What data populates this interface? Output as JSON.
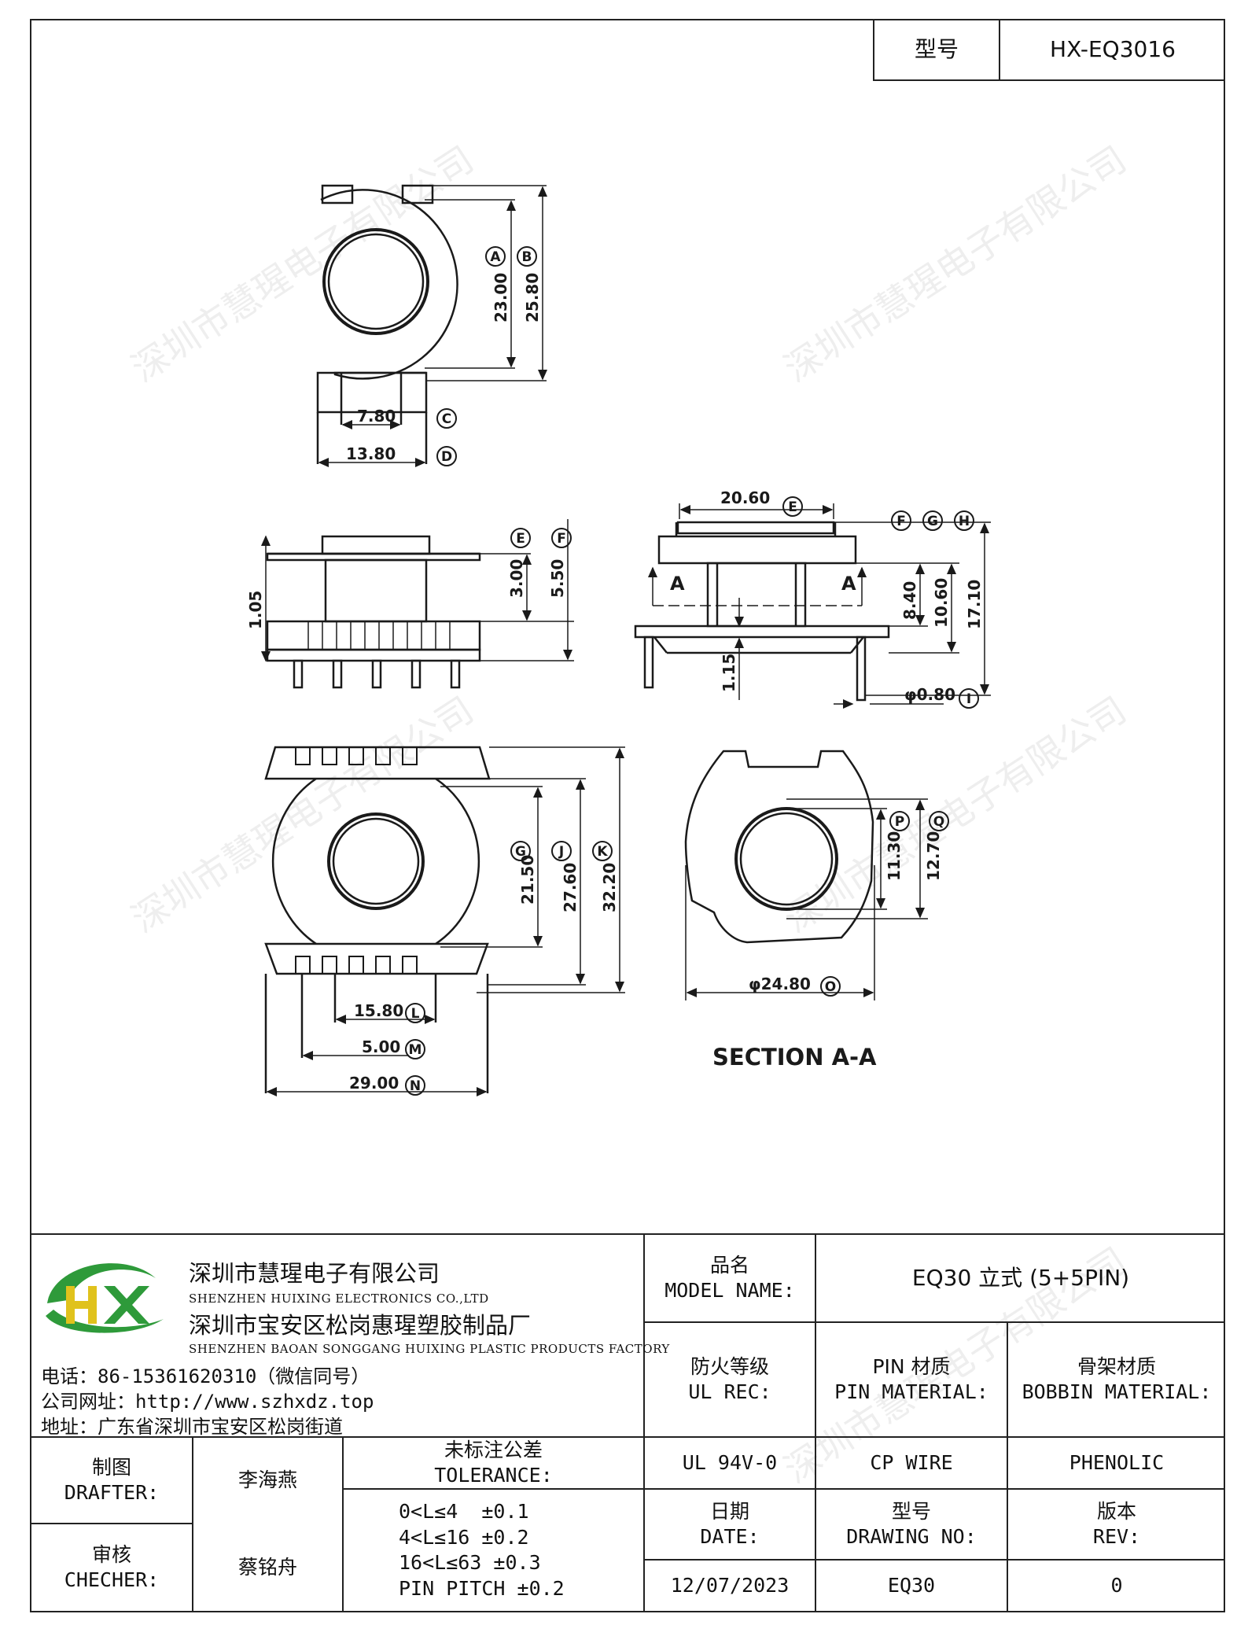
{
  "header": {
    "model_label": "型号",
    "model_value": "HX-EQ3016"
  },
  "drawing": {
    "dims": {
      "A": "23.00",
      "B": "25.80",
      "C": "7.80",
      "D": "13.80",
      "E_side": "3.00",
      "F_side": "5.50",
      "height_left": "1.05",
      "E_width": "20.60",
      "h1": "8.40",
      "h2": "10.60",
      "h3": "17.10",
      "pin_len": "1.15",
      "pin_dia": "φ0.80",
      "G": "21.50",
      "J": "27.60",
      "K": "32.20",
      "L": "15.80",
      "M": "5.00",
      "N": "29.00",
      "O": "φ24.80",
      "P": "11.30",
      "Q": "12.70"
    },
    "callouts": {
      "A": "A",
      "B": "B",
      "C": "C",
      "D": "D",
      "E": "E",
      "F": "F",
      "G": "G",
      "H": "H",
      "I": "I",
      "J": "J",
      "K": "K",
      "L": "L",
      "M": "M",
      "N": "N",
      "O": "O",
      "P": "P",
      "Q": "Q"
    },
    "section_marker": "A",
    "section_title": "SECTION A-A"
  },
  "watermark": "深圳市慧瑆电子有限公司",
  "company": {
    "name_cn": "深圳市慧瑆电子有限公司",
    "name_en": "SHENZHEN HUIXING ELECTRONICS CO.,LTD",
    "factory_cn": "深圳市宝安区松岗惠瑆塑胶制品厂",
    "factory_en": "SHENZHEN BAOAN SONGGANG HUIXING PLASTIC PRODUCTS FACTORY",
    "phone": "电话：86-15361620310（微信同号）",
    "website": "公司网址：http://www.szhxdz.top",
    "address": "地址：广东省深圳市宝安区松岗街道",
    "logo_text": "HX",
    "logo_colors": {
      "green": "#2e9a3a",
      "yellow": "#e0c21c"
    }
  },
  "title_block": {
    "model_name_cn": "品名",
    "model_name_en": "MODEL NAME:",
    "model_name_value": "EQ30 立式 (5+5PIN)",
    "ul_rec_cn": "防火等级",
    "ul_rec_en": "UL REC:",
    "pin_material_cn": "PIN 材质",
    "pin_material_en": "PIN MATERIAL:",
    "bobbin_material_cn": "骨架材质",
    "bobbin_material_en": "BOBBIN MATERIAL:",
    "ul_rec_value": "UL 94V-0",
    "pin_material_value": "CP WIRE",
    "bobbin_material_value": "PHENOLIC",
    "date_cn": "日期",
    "date_en": "DATE:",
    "drawing_no_cn": "型号",
    "drawing_no_en": "DRAWING NO:",
    "rev_cn": "版本",
    "rev_en": "REV:",
    "date_value": "12/07/2023",
    "drawing_no_value": "EQ30",
    "rev_value": "0",
    "drafter_cn": "制图",
    "drafter_en": "DRAFTER:",
    "drafter_value": "李海燕",
    "checker_cn": "审核",
    "checker_en": "CHECHER:",
    "checker_value": "蔡铭舟",
    "tolerance_cn": "未标注公差",
    "tolerance_en": "TOLERANCE:",
    "tolerances": [
      "0<L≤4  ±0.1",
      "4<L≤16 ±0.2",
      "16<L≤63 ±0.3",
      "PIN PITCH ±0.2"
    ]
  }
}
